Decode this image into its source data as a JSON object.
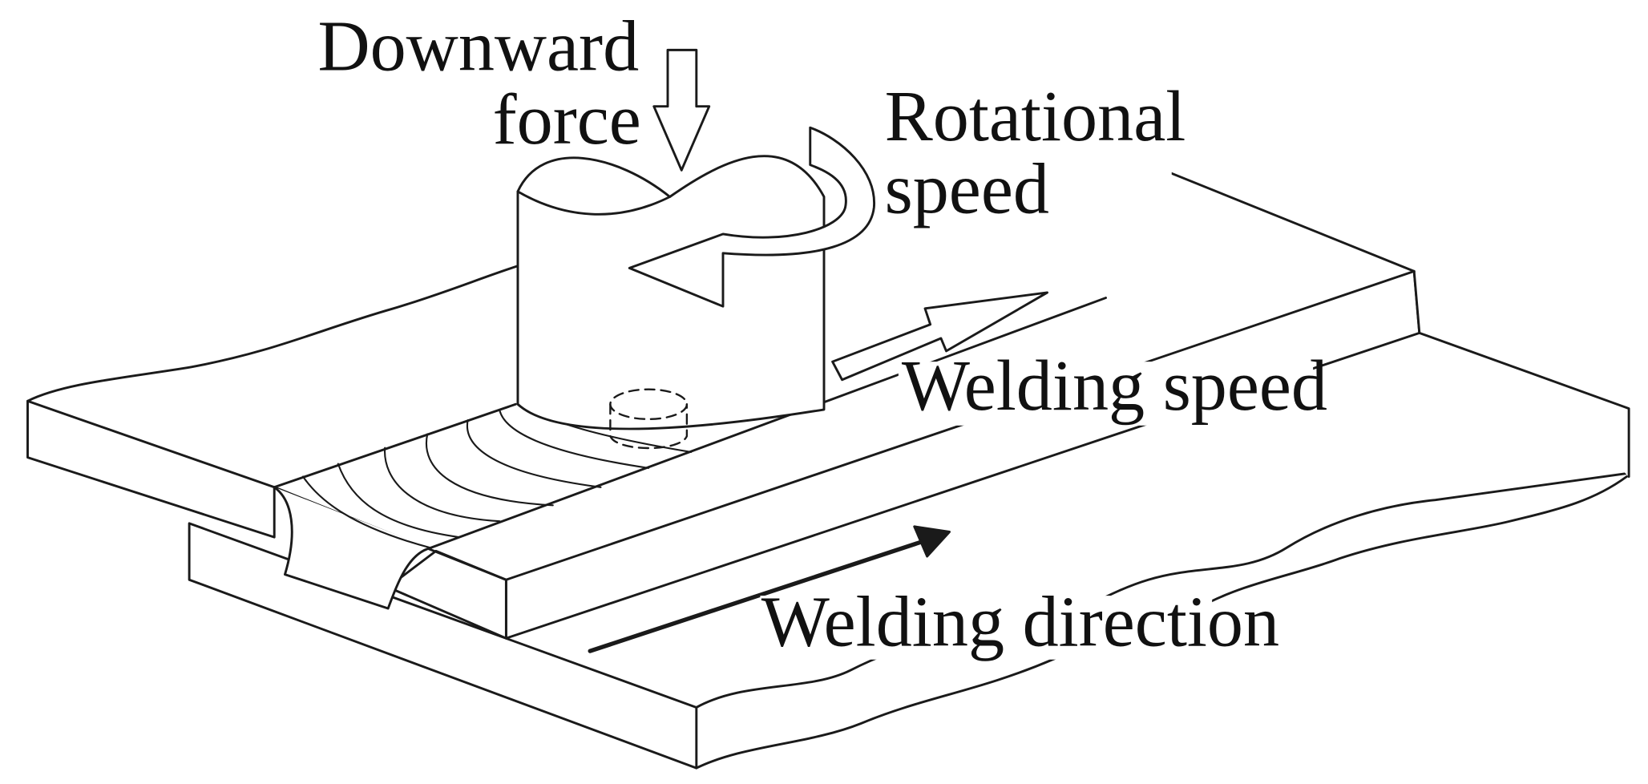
{
  "labels": {
    "downward_line1": "Downward",
    "downward_line2": "force",
    "rotational_line1": "Rotational",
    "rotational_line2": "speed",
    "welding_speed": "Welding speed",
    "welding_direction": "Welding direction"
  },
  "colors": {
    "stroke": "#1a1a1a",
    "background": "#ffffff"
  }
}
